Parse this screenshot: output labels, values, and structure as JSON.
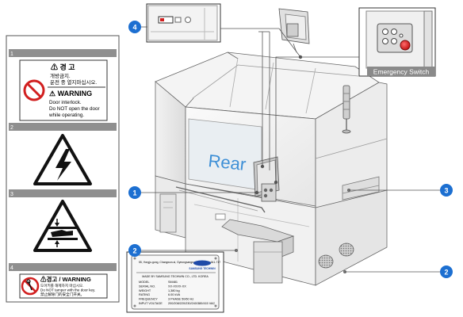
{
  "callouts": [
    {
      "id": 1,
      "label": "1",
      "color": "#1c6fd1"
    },
    {
      "id": 2,
      "label": "2",
      "color": "#1c6fd1"
    },
    {
      "id": 3,
      "label": "3",
      "color": "#1c6fd1"
    },
    {
      "id": 4,
      "label": "4",
      "color": "#1c6fd1"
    }
  ],
  "machine": {
    "rear_label": "Rear",
    "rear_label_color": "#3d8fd6"
  },
  "emergency_inset": {
    "caption": "Emergency Switch",
    "switch_color": "#d62020"
  },
  "warning_panel": {
    "sections": [
      {
        "num": "1"
      },
      {
        "num": "2"
      },
      {
        "num": "3"
      },
      {
        "num": "4"
      }
    ],
    "label1": {
      "caution_kr": "⚠ 경    고",
      "line1_kr": "개방금지.",
      "line2_kr": "운전 중 열지마십시오.",
      "warning_title": "⚠ WARNING",
      "line1_en": "Door interlock.",
      "line2_en": "Do NOT open the door",
      "line3_en": "while operating."
    },
    "label4": {
      "title": "⚠경고 / WARNING",
      "line1_kr": "도어키를 해제하지 마십시오.",
      "line2_en": "Do NOT tamper with the door key.",
      "line3_zh": "禁止解除门的安全门开关。"
    }
  },
  "nameplate": {
    "address": "55, Yongjo-gong, Changwon-si, Gyeongsangnam-do, Korea 641-717",
    "brand": "SAMSUNG TECHWIN",
    "made_by": "MADE BY SAMSUNG TECHWIN CO., LTD. KOREA",
    "rows": [
      {
        "key": "MODEL",
        "value": "SM481"
      },
      {
        "key": "SERIAL NO.",
        "value": "XX-XXXX-XX"
      },
      {
        "key": "WEIGHT",
        "value": "1,380 kg"
      },
      {
        "key": "RATING",
        "value": "6.00 kVA"
      },
      {
        "key": "FREQUENCY",
        "value": "3 PHASE 50/60 Hz"
      },
      {
        "key": "INPUT VOLTAGE",
        "value": "200/208/220/230/240/380/415 VAC"
      }
    ]
  },
  "colors": {
    "line": "#555555",
    "section_bar": "#8f8f8f",
    "prohibit_red": "#d11f1f"
  }
}
